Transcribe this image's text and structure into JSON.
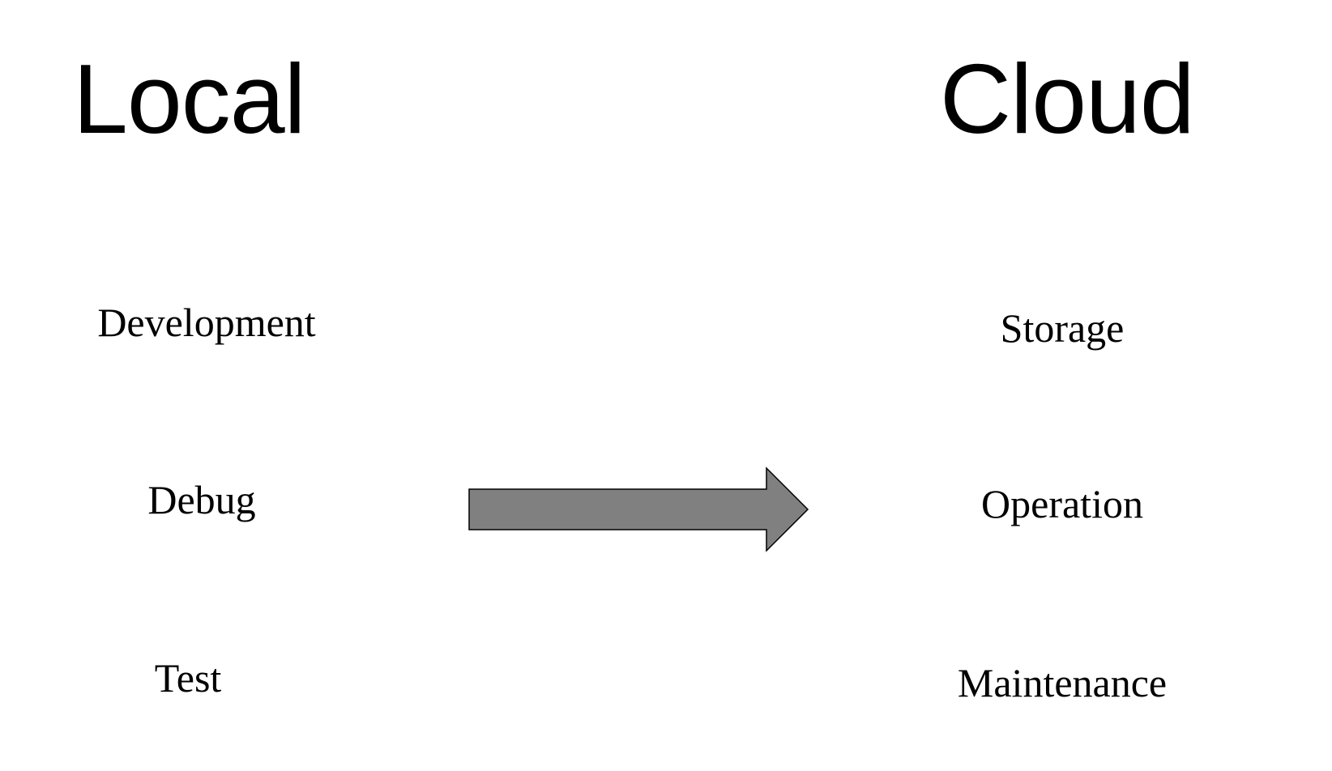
{
  "diagram": {
    "left_column": {
      "heading": "Local",
      "items": [
        "Development",
        "Debug",
        "Test"
      ]
    },
    "right_column": {
      "heading": "Cloud",
      "items": [
        "Storage",
        "Operation",
        "Maintenance"
      ]
    },
    "arrow": {
      "direction": "right",
      "fill_color": "#808080",
      "stroke_color": "#000000"
    }
  }
}
